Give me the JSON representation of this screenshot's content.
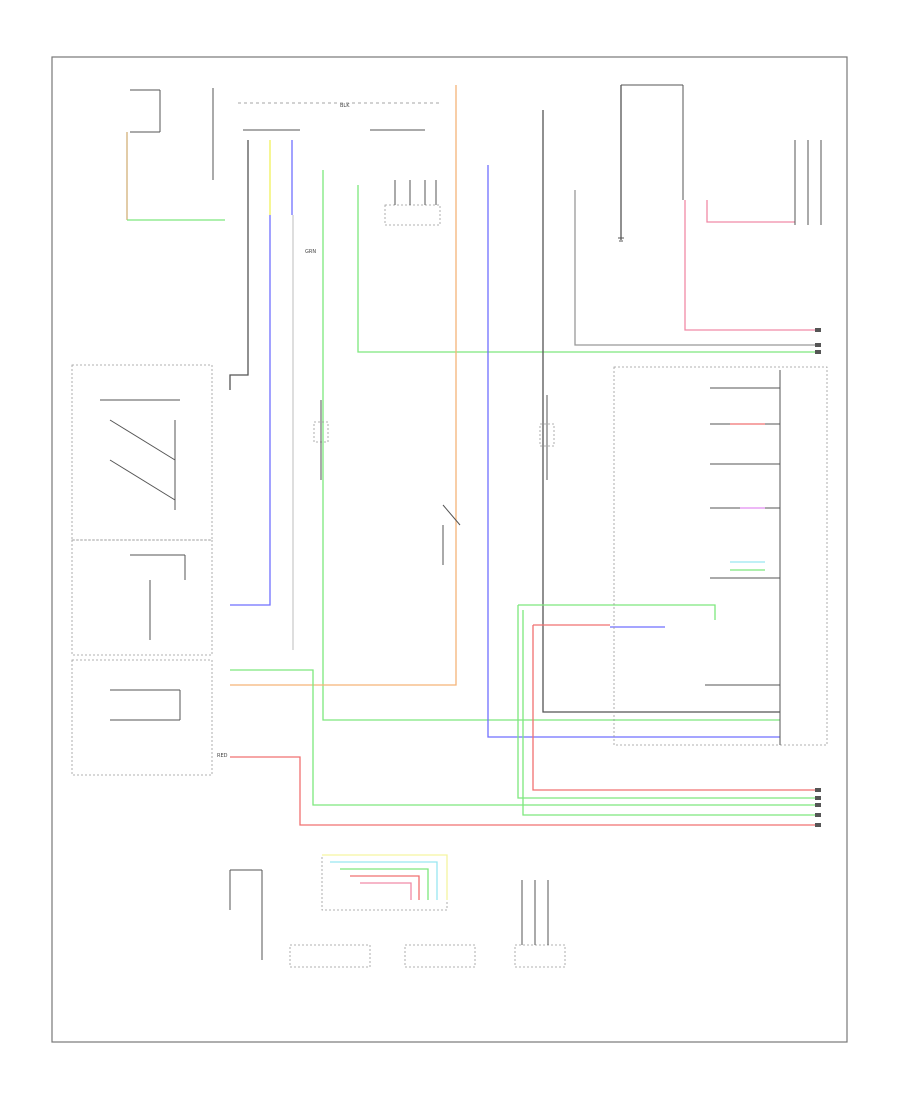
{
  "diagram": {
    "footer_code": "",
    "colors": {
      "frame": "#777777",
      "black": "#555555",
      "gray": "#999999",
      "yellow": "#f2f25a",
      "blue": "#6f6fff",
      "green": "#7de87d",
      "orange": "#f5b478",
      "pink": "#f08aa6",
      "red": "#f07070",
      "light_blue": "#99e6f0",
      "light_yellow": "#f5f5a0",
      "purple": "#e28ef0",
      "tan": "#d2b07a"
    },
    "labels": {
      "wire_black": "BLK",
      "wire_green": "GRN",
      "wire_red": "RED"
    }
  }
}
